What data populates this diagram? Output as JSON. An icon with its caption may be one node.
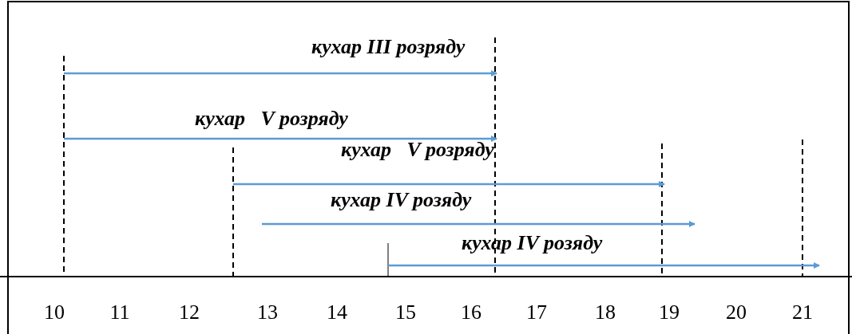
{
  "diagram": {
    "labels": [
      "кухар III розряду",
      "кухар   V розряду",
      "кухар   V розряду",
      "кухар IV розяду",
      "кухар IV розяду",
      "10",
      "11",
      "12",
      "13",
      "14",
      "15",
      "16",
      "17",
      "18",
      "19",
      "20",
      "21"
    ]
  }
}
